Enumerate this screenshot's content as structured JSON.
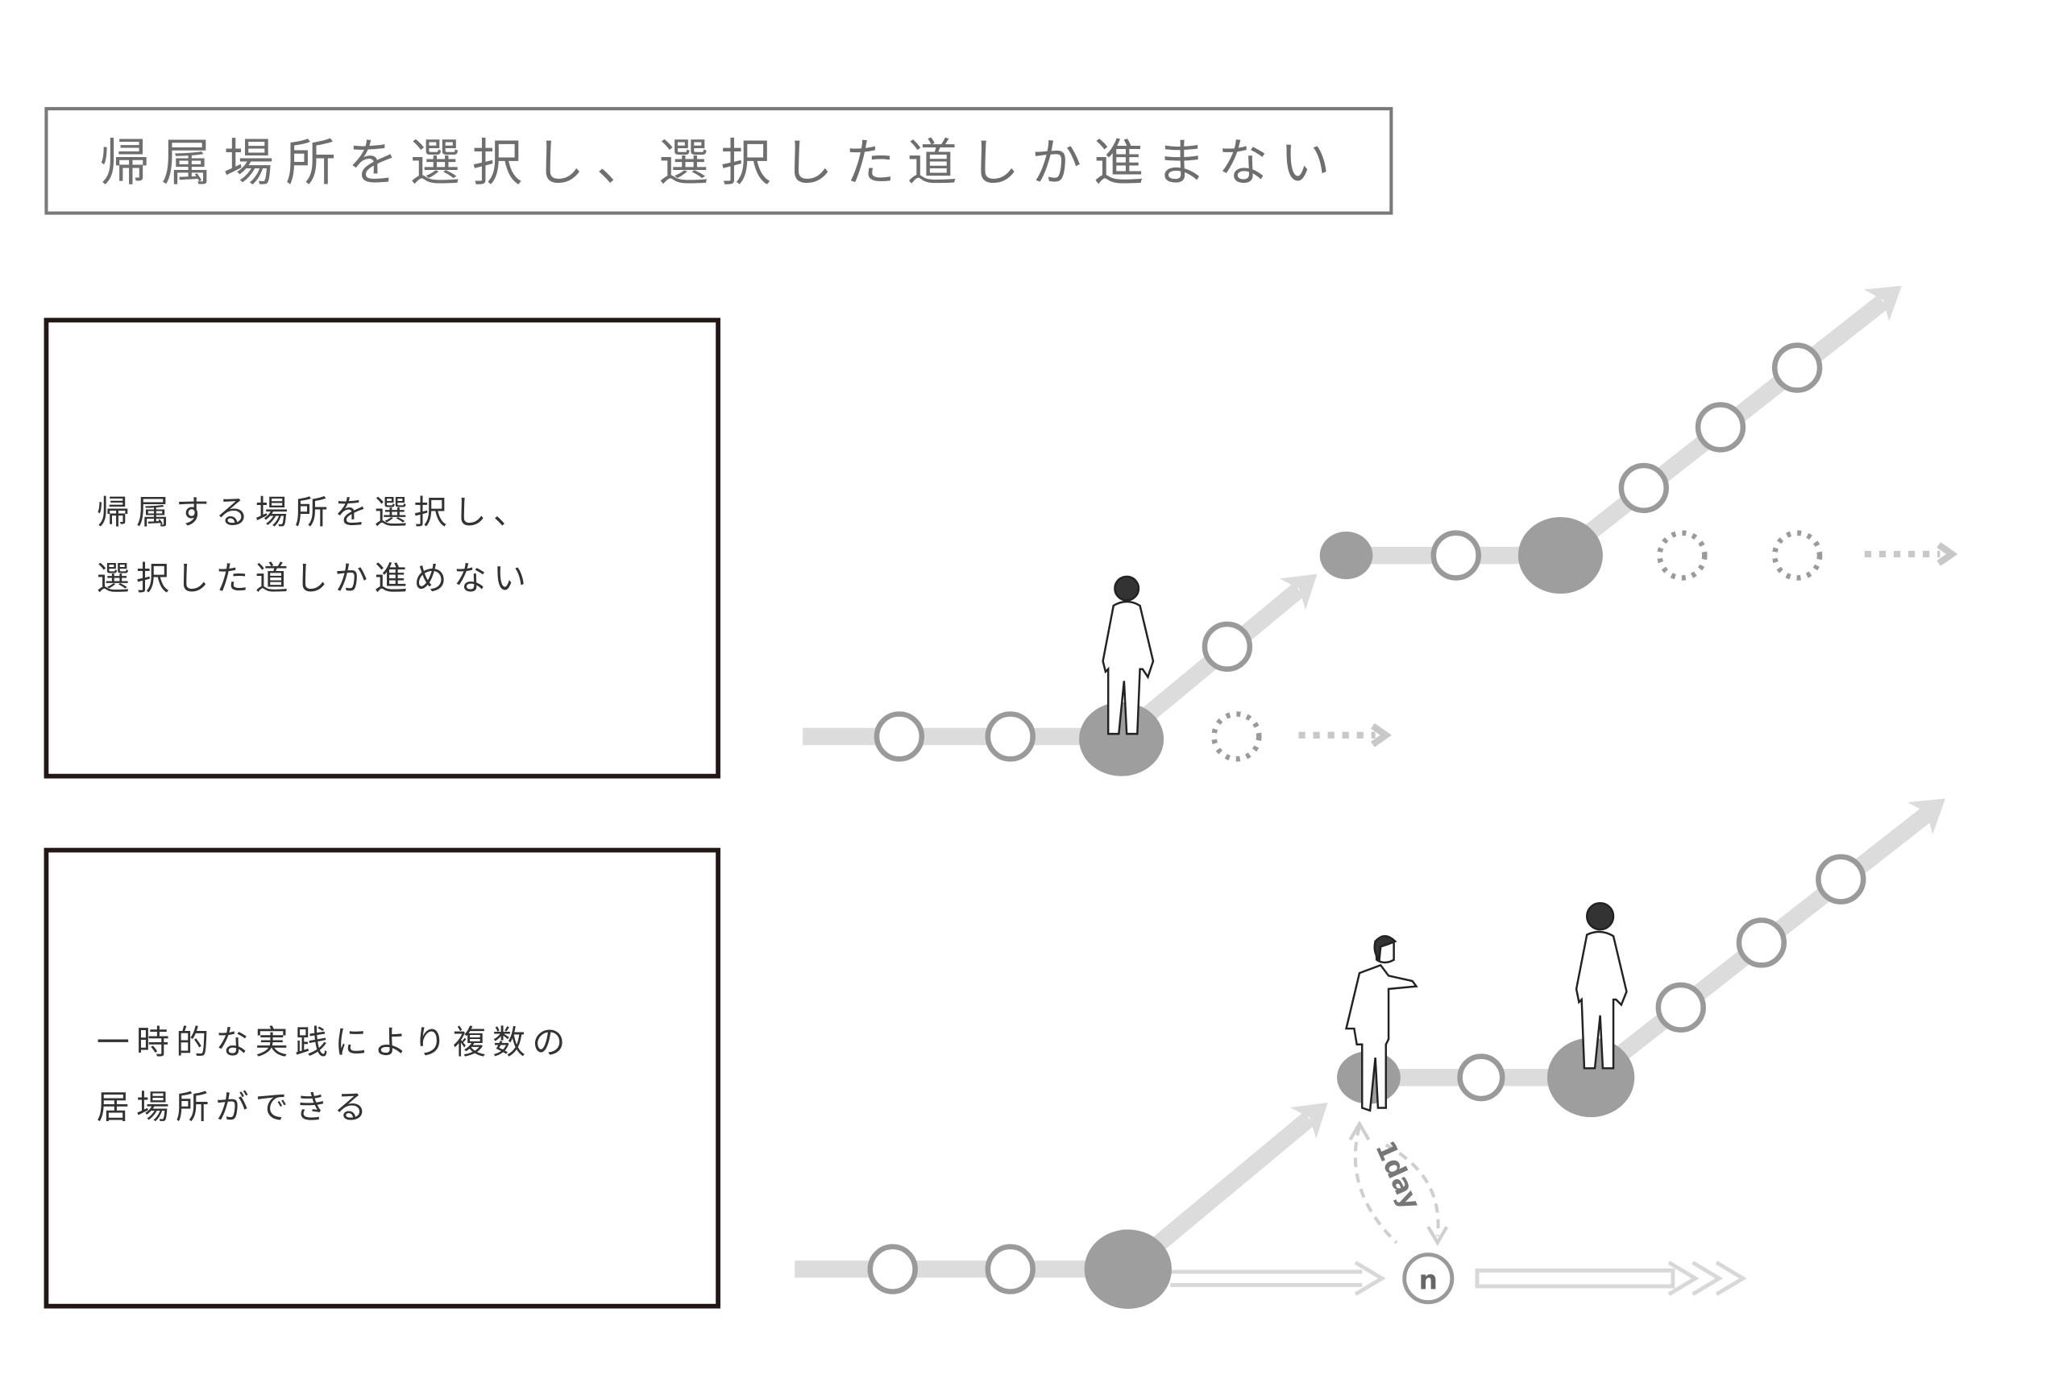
{
  "title": "帰属場所を選択し、選択した道しか進まない",
  "panels": [
    {
      "lines": [
        "帰属する場所を選択し、",
        "選択した道しか進めない"
      ]
    },
    {
      "lines": [
        "一時的な実践により複数の",
        "居場所ができる"
      ]
    }
  ],
  "diagram2": {
    "duration_label": "1day",
    "node_label": "n"
  },
  "colors": {
    "path": "#dcdcdc",
    "node_fill": "#9e9e9e",
    "node_ring": "#9a9a9a",
    "text": "#333333",
    "title_text": "#6e6e6e",
    "title_border": "#7a7a7a",
    "box_border": "#231815"
  }
}
